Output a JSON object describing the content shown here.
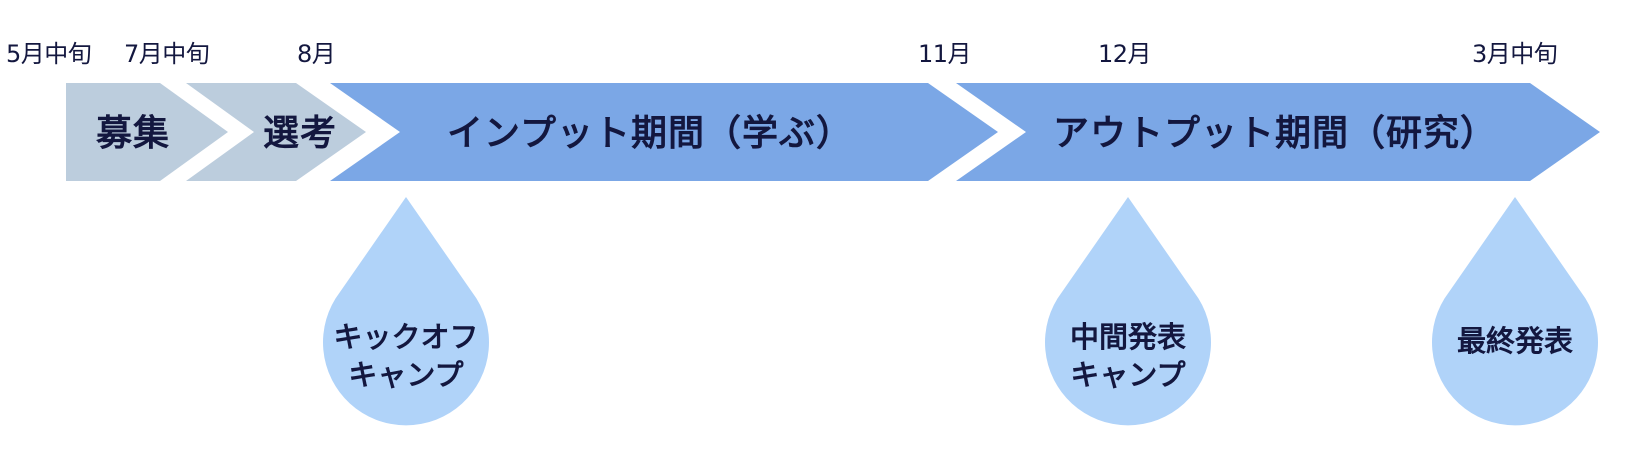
{
  "dates": [
    "5月中旬",
    "7月中旬",
    "8月",
    "11月",
    "12月",
    "3月中旬"
  ],
  "phases": [
    "募集",
    "選考",
    "インプット期間（学ぶ）",
    "アウトプット期間（研究）"
  ],
  "events": [
    {
      "lines": [
        "キックオフ",
        "キャンプ"
      ]
    },
    {
      "lines": [
        "中間発表",
        "キャンプ"
      ]
    },
    {
      "lines": [
        "最終発表"
      ]
    }
  ],
  "colors": {
    "phase_light": "#bccddd",
    "phase_main": "#7ba7e6",
    "drop": "#b0d3f9",
    "text": "#13173f"
  }
}
